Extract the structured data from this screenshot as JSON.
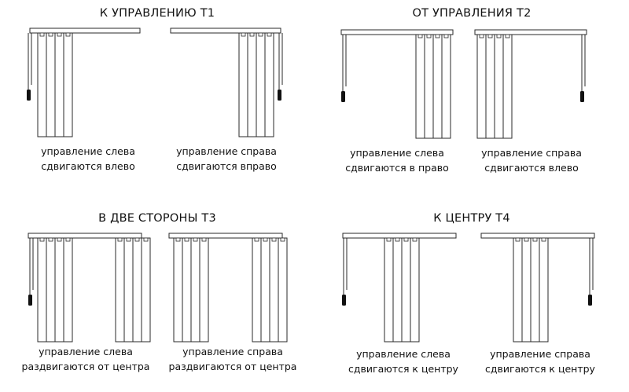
{
  "panels": [
    {
      "title": "К УПРАВЛЕНИЮ Т1",
      "left": {
        "line1": "управление слева",
        "line2": "сдвигаются влево"
      },
      "right": {
        "line1": "управление справа",
        "line2": "сдвигаются вправо"
      }
    },
    {
      "title": "ОТ УПРАВЛЕНИЯ Т2",
      "left": {
        "line1": "управление слева",
        "line2": "сдвигаются в право"
      },
      "right": {
        "line1": "управление справа",
        "line2": "сдвигаются влево"
      }
    },
    {
      "title": "В ДВЕ СТОРОНЫ Т3",
      "left": {
        "line1": "управление слева",
        "line2": "раздвигаются от центра"
      },
      "right": {
        "line1": "управление справа",
        "line2": "раздвигаются от центра"
      }
    },
    {
      "title": "К ЦЕНТРУ Т4",
      "left": {
        "line1": "управление слева",
        "line2": "сдвигаются к центру"
      },
      "right": {
        "line1": "управление справа",
        "line2": "сдвигаются к центру"
      }
    }
  ],
  "colors": {
    "stroke": "#2a2a2a",
    "cord_weight": "#111111",
    "background": "#ffffff"
  }
}
